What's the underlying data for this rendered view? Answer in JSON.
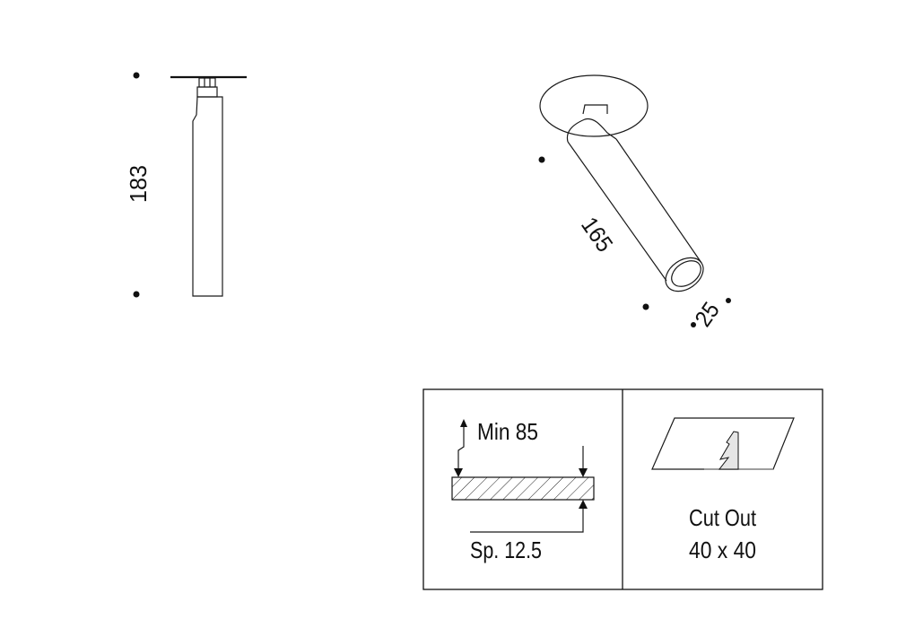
{
  "side_view": {
    "height_label": "183"
  },
  "perspective_view": {
    "length_label": "165",
    "diameter_label": "25"
  },
  "installation_box": {
    "min_label": "Min 85",
    "thickness_label": "Sp. 12.5",
    "cutout_title": "Cut Out",
    "cutout_size": "40 x 40"
  },
  "colors": {
    "line": "#1a1a1a",
    "fill_gray": "#e6e6e6"
  }
}
